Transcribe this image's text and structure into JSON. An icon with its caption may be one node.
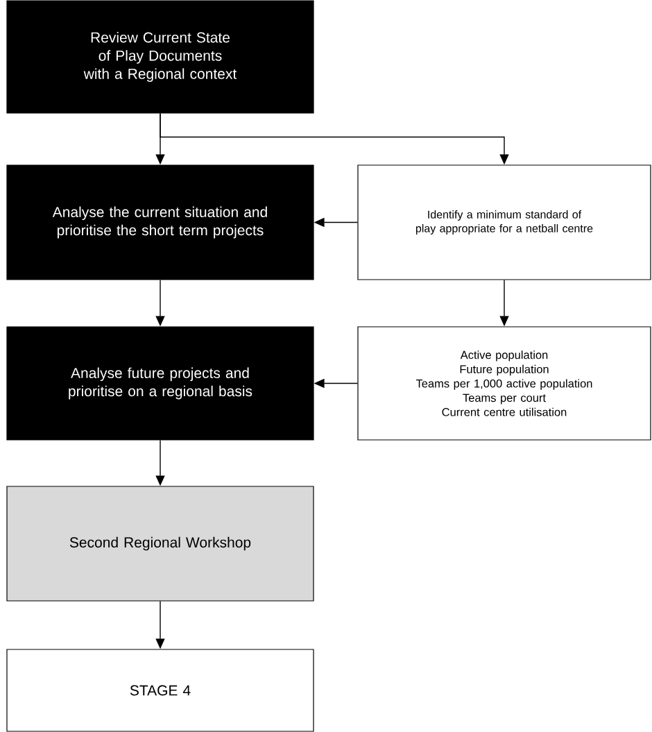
{
  "diagram": {
    "nodes": [
      {
        "text": [
          "Review Current State of Play Documents with a Regional context"
        ]
      },
      {
        "text": [
          "Analyse the current situation and prioritise the short term projects"
        ]
      },
      {
        "text": [
          "Identify a minimum standard of play appropriate for a netball centre"
        ]
      },
      {
        "text": [
          "Analyse future projects and prioritise on a regional basis"
        ]
      },
      {
        "text": [
          "Active population",
          "Future population",
          "Teams per 1,000 active population",
          "Teams per court",
          "Current centre utilisation"
        ]
      },
      {
        "text": [
          "Second Regional Workshop"
        ]
      },
      {
        "text": [
          "STAGE 4"
        ]
      }
    ],
    "edges": [
      {
        "from": 0,
        "to": 1,
        "arrow": "to"
      },
      {
        "from": 0,
        "to": 2,
        "arrow": "to"
      },
      {
        "from": 2,
        "to": 1,
        "arrow": "to"
      },
      {
        "from": 1,
        "to": 3,
        "arrow": "to"
      },
      {
        "from": 2,
        "to": 4,
        "arrow": "to"
      },
      {
        "from": 4,
        "to": 3,
        "arrow": "to"
      },
      {
        "from": 3,
        "to": 5,
        "arrow": "to"
      },
      {
        "from": 5,
        "to": 6,
        "arrow": "to"
      }
    ]
  }
}
